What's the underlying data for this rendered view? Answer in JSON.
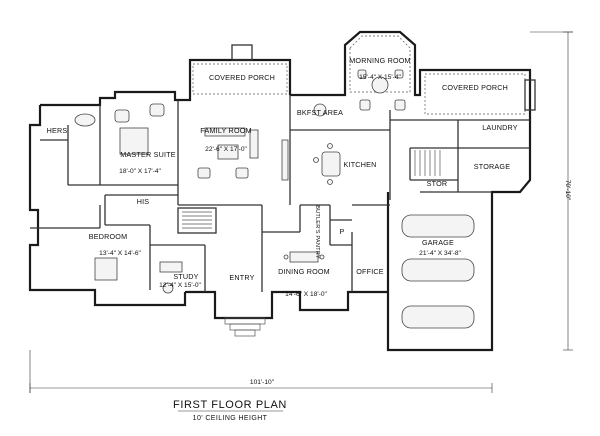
{
  "rooms": {
    "hers": "HERS",
    "master_suite": "MASTER SUITE",
    "master_dim": "18'-0\" X 17'-4\"",
    "his": "HIS",
    "family_room": "FAMILY ROOM",
    "family_dim": "22'-6\" X 17'-0\"",
    "covered_porch_left": "COVERED PORCH",
    "morning_room": "MORNING ROOM",
    "morning_dim": "15'-4\" X 15'-4\"",
    "covered_porch_right": "COVERED PORCH",
    "bkfst_area": "BKFST AREA",
    "kitchen": "KITCHEN",
    "laundry": "LAUNDRY",
    "storage": "STORAGE",
    "stor": "STOR",
    "bedroom": "BEDROOM",
    "bedroom_dim": "13'-4\" X 14'-6\"",
    "study": "STUDY",
    "study_dim": "12'-4\" X 15'-0\"",
    "entry": "ENTRY",
    "dining_room": "DINING ROOM",
    "dining_dim": "14'-6\" X 18'-0\"",
    "butlers_pantry": "BUTLER'S PANTRY",
    "powder": "P",
    "office": "OFFICE",
    "garage": "GARAGE",
    "garage_dim": "21'-4\" X 34'-8\""
  },
  "dimensions": {
    "overall_width": "101'-10\"",
    "overall_depth": "70'-10\""
  },
  "footer": {
    "title": "FIRST FLOOR PLAN",
    "subtitle": "10' CEILING HEIGHT"
  }
}
